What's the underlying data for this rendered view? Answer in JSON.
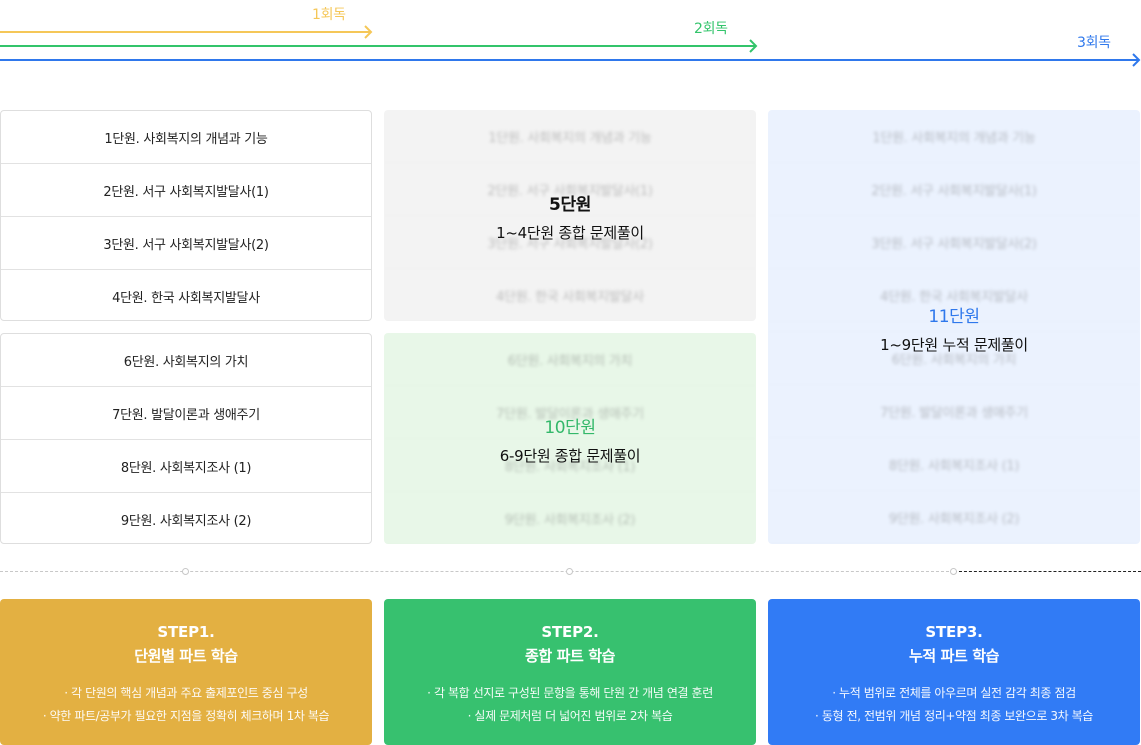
{
  "timeline": {
    "rounds": [
      {
        "label": "1회독",
        "color": "#f5c758"
      },
      {
        "label": "2회독",
        "color": "#33c46b"
      },
      {
        "label": "3회독",
        "color": "#2f78ec"
      }
    ]
  },
  "chapters": {
    "group_a": [
      "1단원. 사회복지의 개념과 기능",
      "2단원. 서구 사회복지발달사(1)",
      "3단원. 서구 사회복지발달사(2)",
      "4단원. 한국 사회복지발달사"
    ],
    "group_b": [
      "6단원. 사회복지의 가치",
      "7단원. 발달이론과 생애주기",
      "8단원. 사회복지조사 (1)",
      "9단원. 사회복지조사 (2)"
    ]
  },
  "reviews": {
    "unit5": {
      "unit": "5단원",
      "desc": "1~4단원 종합 문제풀이",
      "color": "#111111",
      "bg": "#f3f3f3"
    },
    "unit10": {
      "unit": "10단원",
      "desc": "6-9단원 종합 문제풀이",
      "color": "#33b86a",
      "bg": "#e8f7e8"
    },
    "unit11": {
      "unit": "11단원",
      "desc": "1~9단원 누적 문제풀이",
      "color": "#2f78ec",
      "bg": "#ebf2fe"
    }
  },
  "steps": [
    {
      "step": "STEP1.",
      "title": "단원별 파트 학습",
      "bullets": [
        "· 각 단원의 핵심 개념과 주요 출제포인트 중심 구성",
        "· 약한 파트/공부가 필요한 지점을 정확히 체크하며 1차 복습"
      ],
      "color": "#e3b042"
    },
    {
      "step": "STEP2.",
      "title": "종합 파트 학습",
      "bullets": [
        "· 각 복합 선지로 구성된 문항을 통해 단원 간 개념 연결 훈련",
        "· 실제 문제처럼 더 넓어진 범위로 2차 복습"
      ],
      "color": "#37c16f"
    },
    {
      "step": "STEP3.",
      "title": "누적 파트 학습",
      "bullets": [
        "· 누적 범위로 전체를 아우르며 실전 감각 최종 점검",
        "· 동형 전, 전범위 개념 정리+약점 최종 보완으로 3차 복습"
      ],
      "color": "#317bf5"
    }
  ]
}
